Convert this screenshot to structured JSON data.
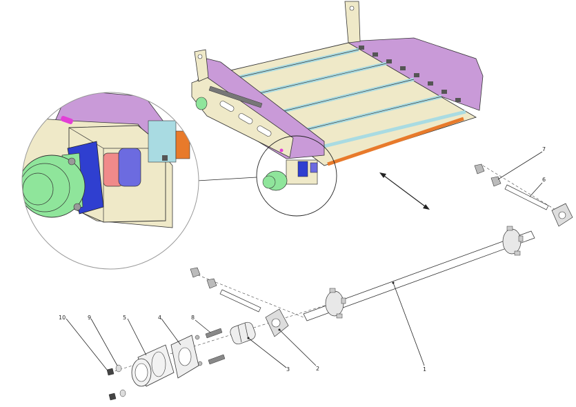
{
  "callouts": {
    "c1": "1",
    "c2": "2",
    "c3": "3",
    "c4": "4",
    "c5": "5",
    "c6": "6",
    "c7": "7",
    "c8": "8",
    "c9": "9",
    "c10": "10"
  },
  "colors": {
    "frame": "#efe9c8",
    "side_plate": "#c99ad8",
    "rail": "#a9dbe2",
    "orange_shaft": "#e87a2b",
    "motor_green": "#8fe59b",
    "coupling_red": "#f08a8a",
    "coupling_blue": "#6c6be0",
    "flange_blue": "#2f3fd0",
    "magenta_pin": "#e23fd6"
  }
}
